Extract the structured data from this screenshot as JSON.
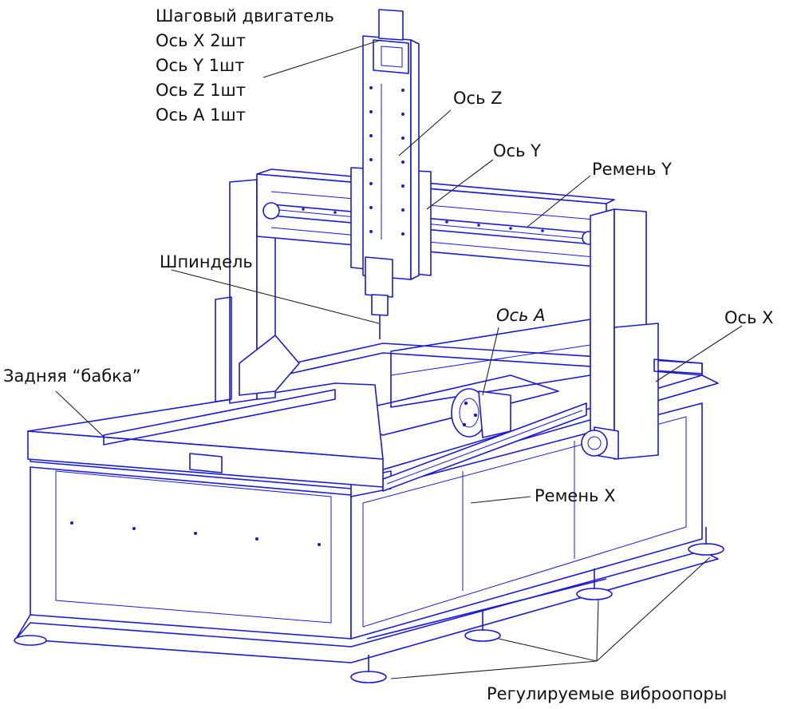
{
  "labels": {
    "motor_title": "Шаговый двигатель",
    "motor_x": "Ось X 2шт",
    "motor_y": "Ось Y 1шт",
    "motor_z": "Ось Z 1шт",
    "motor_a": "Ось A 1шт",
    "axis_z": "Ось Z",
    "axis_y": "Ось Y",
    "belt_y": "Ремень Y",
    "spindle": "Шпиндель",
    "axis_a": "Ось A",
    "axis_x": "Ось X",
    "tailstock": "Задняя “бабка”",
    "belt_x": "Ремень X",
    "feet": "Регулируемые виброопоры"
  },
  "colors": {
    "line": "#1a1ad6",
    "text": "#111111",
    "background": "#ffffff"
  }
}
